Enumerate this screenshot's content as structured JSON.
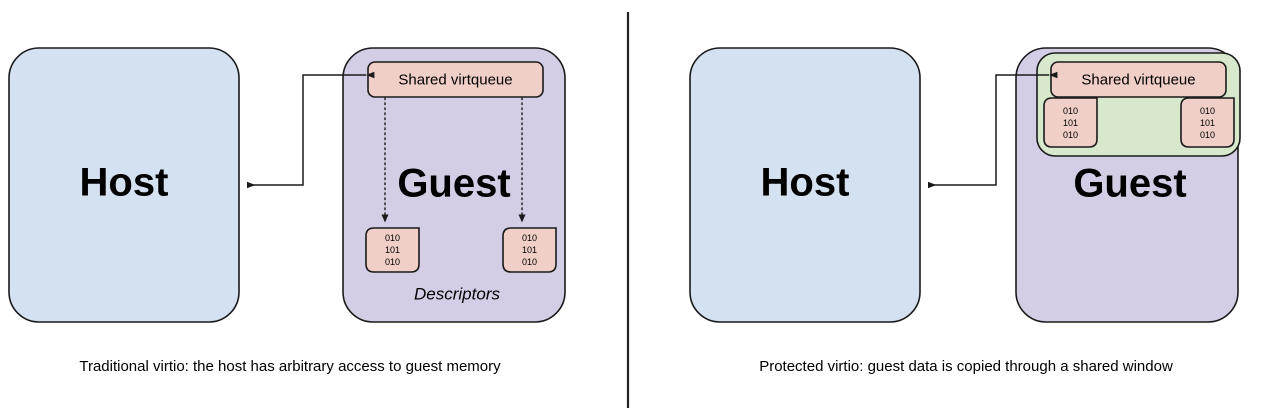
{
  "figure": {
    "divider": "vertical-separator"
  },
  "panels": [
    {
      "id": "traditional",
      "caption": "Traditional virtio: the host has arbitrary access to guest memory",
      "host": {
        "label": "Host",
        "color": "#d4e1f0"
      },
      "guest": {
        "label": "Guest",
        "color": "#d3cee5"
      },
      "virtqueue": {
        "label": "Shared virtqueue",
        "color": "#efcfc7"
      },
      "descriptors_label": "Descriptors",
      "descriptors": [
        {
          "lines": [
            "010",
            "101",
            "010"
          ]
        },
        {
          "lines": [
            "010",
            "101",
            "010"
          ]
        }
      ],
      "arrow": {
        "kind": "bidirectional-access",
        "from": "host",
        "to": "shared-virtqueue"
      }
    },
    {
      "id": "protected",
      "caption": "Protected virtio: guest data is copied through a shared window",
      "host": {
        "label": "Host",
        "color": "#d4e1f0"
      },
      "guest": {
        "label": "Guest",
        "color": "#d3cee5"
      },
      "window": {
        "color": "#d7e8cd"
      },
      "virtqueue": {
        "label": "Shared virtqueue",
        "color": "#efcfc7"
      },
      "descriptors": [
        {
          "lines": [
            "010",
            "101",
            "010"
          ]
        },
        {
          "lines": [
            "010",
            "101",
            "010"
          ]
        }
      ],
      "arrow": {
        "kind": "bidirectional-access",
        "from": "host",
        "to": "shared-virtqueue"
      }
    }
  ]
}
